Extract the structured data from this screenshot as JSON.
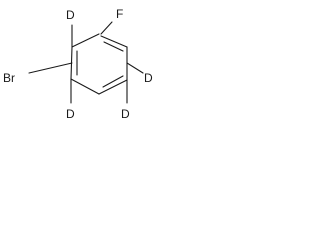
{
  "molecule": {
    "atoms": {
      "top_left": "D",
      "top_right": "F",
      "right": "D",
      "bottom_right": "D",
      "bottom_left": "D",
      "left": "Br"
    },
    "ink_color": "#1a1a1a",
    "background_color": "#ffffff"
  }
}
